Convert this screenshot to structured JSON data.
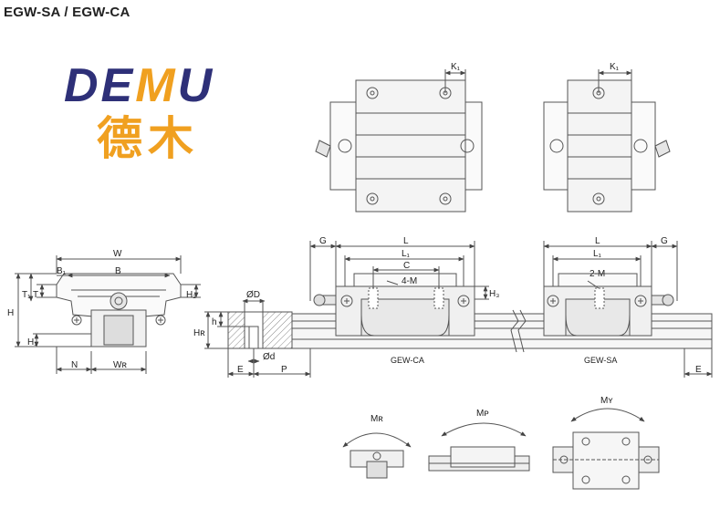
{
  "title": "EGW-SA / EGW-CA",
  "logo": {
    "brand_latin": "DEMU",
    "brand_chinese": "德木",
    "colors": {
      "navy": "#2e3078",
      "orange": "#f0a020"
    }
  },
  "labels": {
    "W": "W",
    "B": "B",
    "B1": "B₁",
    "T": "T",
    "T1": "T₁",
    "H": "H",
    "H1": "H₁",
    "H2": "H₂",
    "N": "N",
    "WR": "Wʀ",
    "HR": "Hʀ",
    "h": "h",
    "phiD": "ØD",
    "phid": "Ød",
    "E": "E",
    "P": "P",
    "G": "G",
    "L": "L",
    "L1": "L₁",
    "C": "C",
    "H3": "H₃",
    "hole_4M": "4-M",
    "hole_2M": "2-M",
    "K1": "K₁",
    "model_ca": "GEW-CA",
    "model_sa": "GEW-SA",
    "moment_MR": "Mʀ",
    "moment_MP": "Mᴘ",
    "moment_MY": "Mʏ"
  },
  "colors": {
    "line": "#555555",
    "fill_light": "#f2f2f2",
    "fill_dark": "#d8d8d8",
    "hatch": "#999999"
  }
}
